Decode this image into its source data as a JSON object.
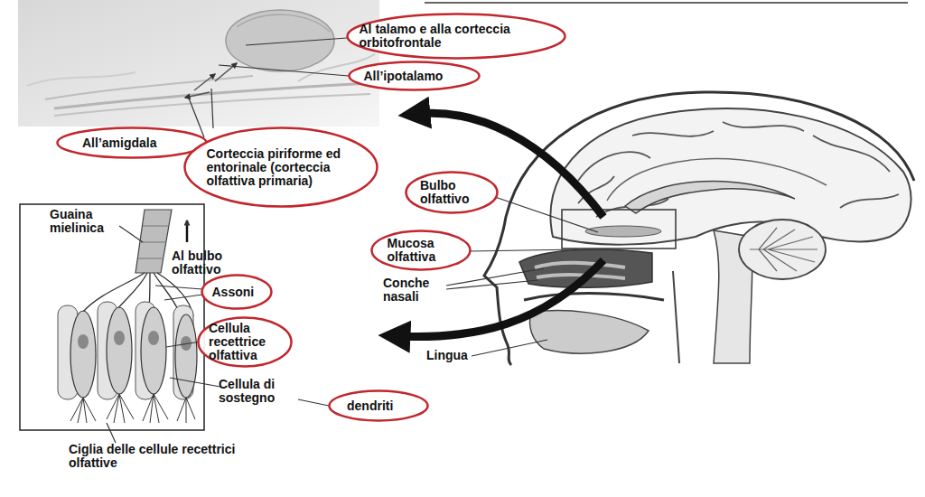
{
  "diagram": {
    "nodes": [
      {
        "text": [
          "Al talamo e alla corteccia orbitofrontale"
        ]
      },
      {
        "text": [
          "All’ipotalamo"
        ]
      },
      {
        "text": [
          "All’amigdala"
        ]
      },
      {
        "text": [
          "Corteccia piriforme ed entorinale (corteccia olfattiva primaria)"
        ]
      },
      {
        "text": [
          "Bulbo olfattivo"
        ]
      },
      {
        "text": [
          "Mucosa olfattiva"
        ]
      },
      {
        "text": [
          "Assoni"
        ]
      },
      {
        "text": [
          "Cellula recettrice olfattiva"
        ]
      },
      {
        "text": [
          "dendriti"
        ]
      }
    ],
    "labels": [
      "Guaina mielinica",
      "Al bulbo olfattivo",
      "Conche nasali",
      "Lingua",
      "Cellula di sostegno",
      "Ciglia delle cellule recettrici olfattive"
    ]
  }
}
